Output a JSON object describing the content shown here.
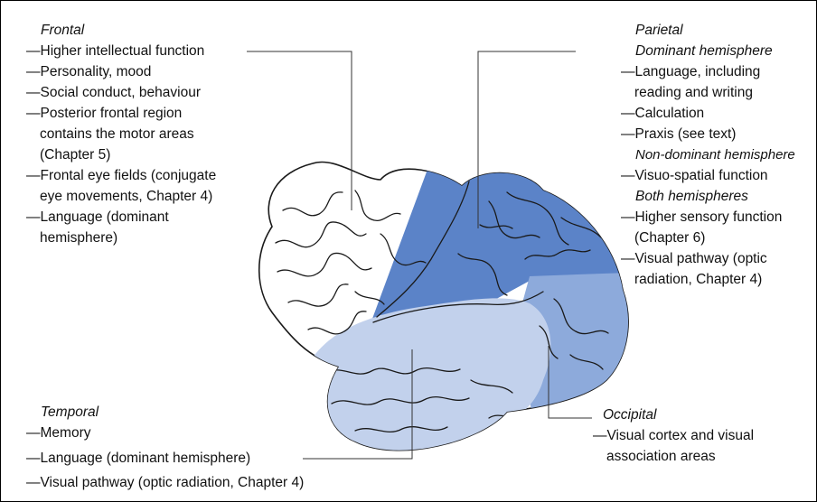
{
  "frontal": {
    "heading": "Frontal",
    "items": [
      "—Higher intellectual function",
      "—Personality, mood",
      "—Social conduct, behaviour",
      "—Posterior frontal region",
      "contains the motor areas",
      "(Chapter 5)",
      "—Frontal eye fields (conjugate",
      "eye movements, Chapter 4)",
      "—Language (dominant",
      "hemisphere)"
    ]
  },
  "parietal": {
    "heading": "Parietal",
    "dominant_heading": "Dominant hemisphere",
    "dominant_items": [
      "—Language, including",
      "reading and writing",
      "—Calculation",
      "—Praxis (see text)"
    ],
    "nondominant_heading": "Non-dominant hemisphere",
    "nondominant_items": [
      "—Visuo-spatial function"
    ],
    "both_heading": "Both hemispheres",
    "both_items": [
      "—Higher sensory function",
      "(Chapter 6)",
      "—Visual pathway (optic",
      "radiation, Chapter 4)"
    ]
  },
  "temporal": {
    "heading": "Temporal",
    "items": [
      "—Memory",
      "—Language (dominant hemisphere)",
      "—Visual pathway (optic radiation, Chapter 4)"
    ]
  },
  "occipital": {
    "heading": "Occipital",
    "items": [
      "—Visual cortex and visual",
      "association areas"
    ]
  },
  "colors": {
    "frontal_fill": "#ffffff",
    "parietal_fill": "#5b83c8",
    "temporal_fill": "#c2d1ec",
    "occipital_fill": "#8daadb",
    "outline": "#1a1a1a",
    "leader": "#333333"
  }
}
